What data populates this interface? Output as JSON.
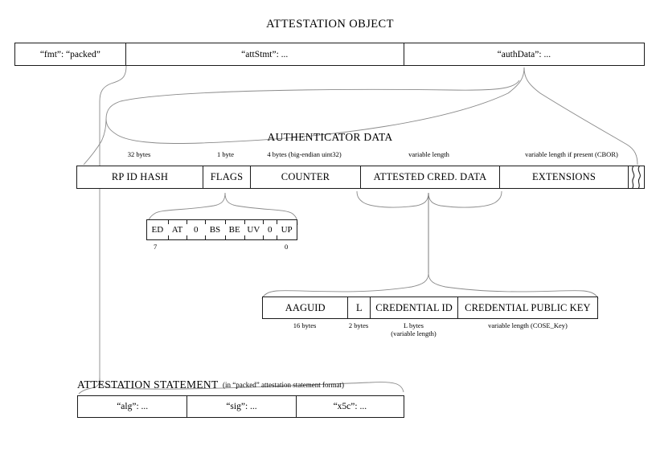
{
  "title": "ATTESTATION OBJECT",
  "attestation_object": {
    "fields": [
      {
        "label": "“fmt”: “packed”",
        "name": "fmt"
      },
      {
        "label": "“attStmt”: ...",
        "name": "attstmt"
      },
      {
        "label": "“authData”: ...",
        "name": "authdata"
      }
    ]
  },
  "authenticator_data": {
    "title": "AUTHENTICATOR DATA",
    "fields": [
      {
        "label": "RP ID HASH",
        "size": "32 bytes",
        "name": "rp-id-hash"
      },
      {
        "label": "FLAGS",
        "size": "1 byte",
        "name": "flags"
      },
      {
        "label": "COUNTER",
        "size": "4 bytes (big-endian uint32)",
        "name": "counter"
      },
      {
        "label": "ATTESTED CRED. DATA",
        "size": "variable length",
        "name": "attested-cred-data"
      },
      {
        "label": "EXTENSIONS",
        "size": "variable length if present (CBOR)",
        "name": "extensions"
      }
    ]
  },
  "flags_byte": {
    "bits": [
      "ED",
      "AT",
      "0",
      "BS",
      "BE",
      "UV",
      "0",
      "UP"
    ],
    "high_bit_label": "7",
    "low_bit_label": "0"
  },
  "attested_credential_data": {
    "fields": [
      {
        "label": "AAGUID",
        "size": "16 bytes",
        "name": "aaguid"
      },
      {
        "label": "L",
        "size": "2 bytes",
        "name": "l"
      },
      {
        "label": "CREDENTIAL ID",
        "size": "L bytes\n(variable length)",
        "name": "credential-id"
      },
      {
        "label": "CREDENTIAL PUBLIC KEY",
        "size": "variable length (COSE_Key)",
        "name": "credential-public-key"
      }
    ]
  },
  "attestation_statement": {
    "title": "ATTESTATION STATEMENT",
    "note": "(in “packed” attestation statement format)",
    "fields": [
      {
        "label": "“alg”: ...",
        "name": "alg"
      },
      {
        "label": "“sig”: ...",
        "name": "sig"
      },
      {
        "label": "“x5c”: ...",
        "name": "x5c"
      }
    ]
  },
  "colors": {
    "stroke": "#1a1a1a",
    "connector": "#8a8a8a",
    "background": "#ffffff"
  }
}
